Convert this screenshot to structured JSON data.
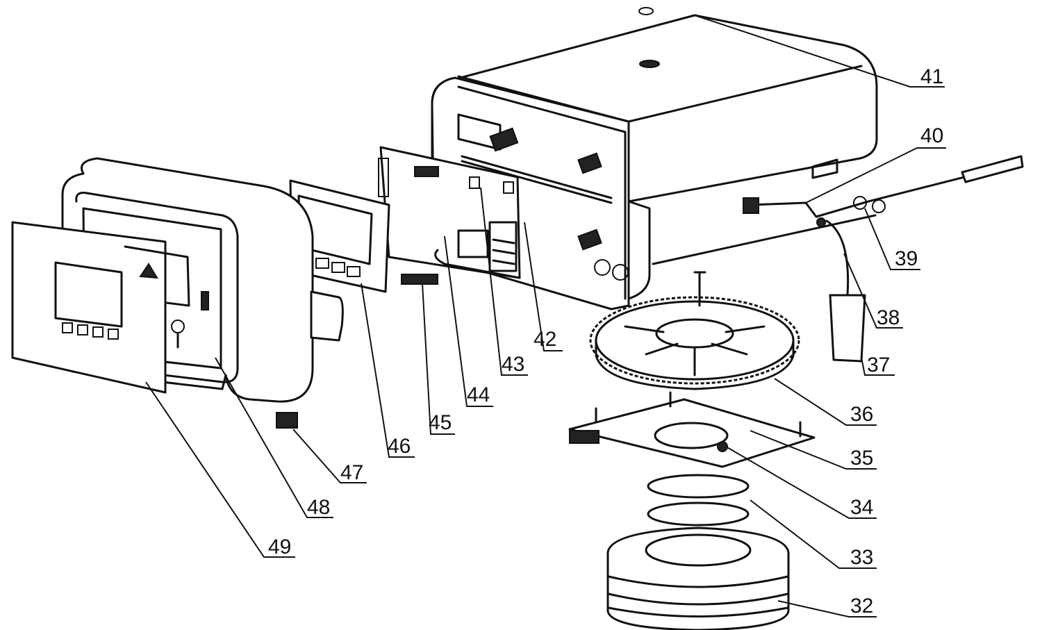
{
  "parts": [
    {
      "id": "p32",
      "label": "32"
    },
    {
      "id": "p33",
      "label": "33"
    },
    {
      "id": "p34",
      "label": "34"
    },
    {
      "id": "p35",
      "label": "35"
    },
    {
      "id": "p36",
      "label": "36"
    },
    {
      "id": "p37",
      "label": "37"
    },
    {
      "id": "p38",
      "label": "38"
    },
    {
      "id": "p39",
      "label": "39"
    },
    {
      "id": "p40",
      "label": "40"
    },
    {
      "id": "p41",
      "label": "41"
    },
    {
      "id": "p42",
      "label": "42"
    },
    {
      "id": "p43",
      "label": "43"
    },
    {
      "id": "p44",
      "label": "44"
    },
    {
      "id": "p45",
      "label": "45"
    },
    {
      "id": "p46",
      "label": "46"
    },
    {
      "id": "p47",
      "label": "47"
    },
    {
      "id": "p48",
      "label": "48"
    },
    {
      "id": "p49",
      "label": "49"
    }
  ]
}
